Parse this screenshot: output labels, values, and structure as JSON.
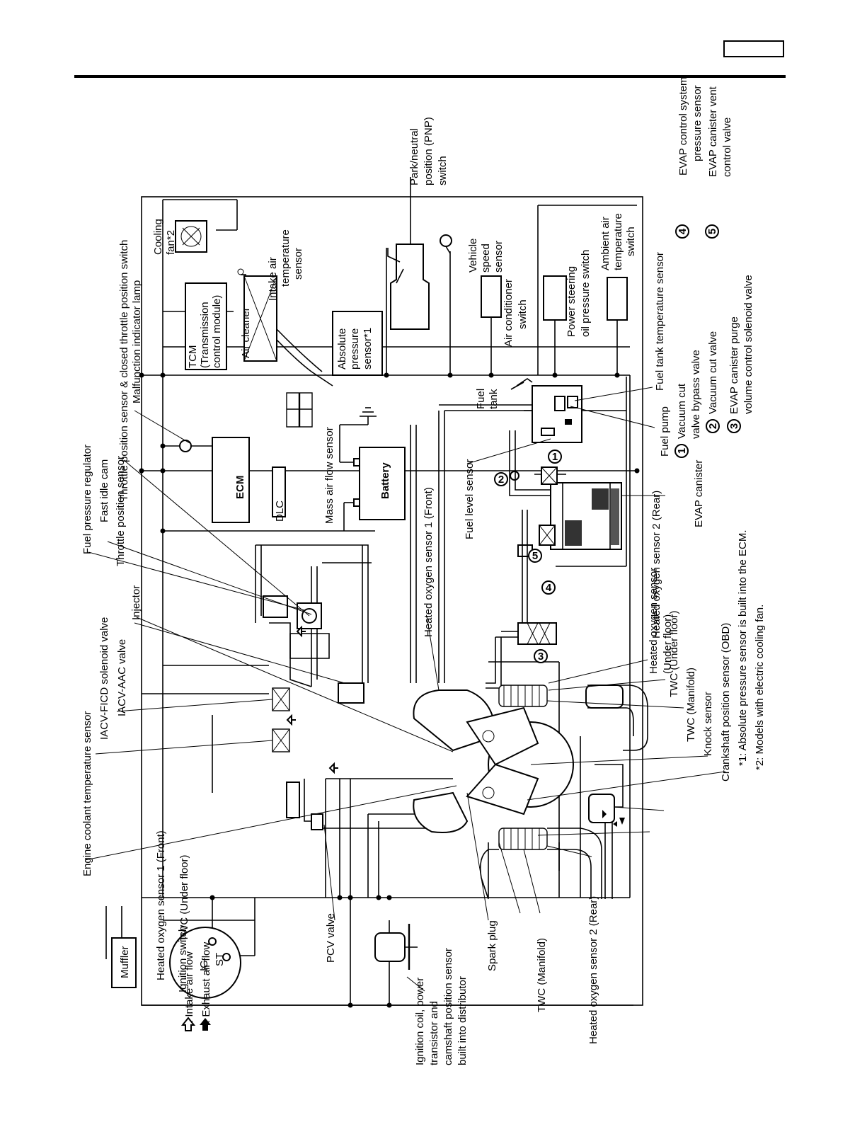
{
  "labels": {
    "cooling_fan": "Cooling fan*2",
    "park_neutral": "Park/neutral position (PNP) switch",
    "evap_pressure_sensor": "EVAP control system pressure sensor",
    "evap_vent_valve": "EVAP canister vent control valve",
    "intake_air_temp": "Intake air temperature sensor",
    "vehicle_speed": "Vehicle speed sensor",
    "tcm": "TCM (Transmission control module)",
    "air_cleaner": "Air cleaner",
    "absolute_pressure": "Absolute pressure sensor*1",
    "air_conditioner": "Air conditioner switch",
    "power_steering": "Power steering oil pressure switch",
    "ambient_air": "Ambient air temperature switch",
    "fuel_tank_temp": "Fuel tank temperature sensor",
    "vacuum_cut_bypass": "Vacuum cut valve bypass valve",
    "vacuum_cut": "Vacuum cut valve",
    "evap_purge": "EVAP canister purge volume control solenoid valve",
    "fuel_pump": "Fuel pump",
    "fuel_tank": "Fuel tank",
    "evap_canister": "EVAP canister",
    "fuel_level": "Fuel level sensor",
    "mass_air_flow": "Mass air flow sensor",
    "battery": "Battery",
    "ecm": "ECM",
    "dlc": "DLC",
    "heated_o2_front": "Heated oxygen sensor 1 (Front)",
    "heated_o2_rear_uf": "Heated oxygen sensor 2 (Rear)",
    "heated_o2_uf": "Heated oxygen sensor (Under floor)",
    "twc_under_floor_r": "TWC (Under floor)",
    "twc_manifold_r": "TWC (Manifold)",
    "knock": "Knock sensor",
    "crankshaft": "Crankshaft position sensor (OBD)",
    "built_into_ecm": "*1: Absolute pressure sensor is built into the ECM.",
    "electric_fan": "*2: Models with electric cooling fan.",
    "throttle_closed": "Throttle position sensor & closed throttle position switch",
    "mil": "Malfunction indicator lamp",
    "fuel_pressure_reg": "Fuel pressure regulator",
    "fast_idle_cam": "Fast idle cam",
    "throttle_pos": "Throttle position sensor",
    "injector": "Injector",
    "iacv_ficd": "IACV-FICD solenoid valve",
    "iacv_aac": "IACV-AAC valve",
    "engine_coolant": "Engine coolant temperature sensor",
    "ignition_switch": "Ignition switch",
    "ig": "IG",
    "st": "ST",
    "pcv": "PCV valve",
    "ignition_coil": "Ignition coil, power transistor and camshaft position sensor built into distributor",
    "spark_plug": "Spark plug",
    "twc_manifold_l": "TWC (Manifold)",
    "heated_o2_rear_l": "Heated oxygen sensor 2 (Rear)",
    "twc_under_floor_l": "TWC (Under floor)",
    "heated_o2_front_l": "Heated oxygen sensor 1 (Front)",
    "muffler": "Muffler",
    "intake_flow": ": Intake air flow",
    "exhaust_flow": ": Exhaust air flow"
  },
  "legend_numbers": {
    "n1": "1",
    "n2": "2",
    "n3": "3",
    "n4": "4",
    "n5": "5"
  },
  "lines": {
    "cooling_fan": [
      "Cooling",
      "fan*2"
    ],
    "park_neutral": [
      "Park/neutral",
      "position (PNP)",
      "switch"
    ],
    "evap_pressure_sensor": [
      "EVAP control system",
      "pressure sensor"
    ],
    "evap_vent_valve": [
      "EVAP canister vent",
      "control valve"
    ],
    "intake_air_temp": [
      "Intake air",
      "temperature",
      "sensor"
    ],
    "vehicle_speed": [
      "Vehicle",
      "speed",
      "sensor"
    ],
    "tcm": [
      "TCM",
      "(Transmission",
      "control module)"
    ],
    "absolute_pressure": [
      "Absolute",
      "pressure",
      "sensor*1"
    ],
    "air_conditioner": [
      "Air conditioner",
      "switch"
    ],
    "power_steering": [
      "Power steering",
      "oil pressure switch"
    ],
    "ambient_air": [
      "Ambient air",
      "temperature",
      "switch"
    ],
    "vacuum_cut_bypass": [
      "Vacuum cut",
      "valve bypass valve"
    ],
    "evap_purge": [
      "EVAP canister purge",
      "volume control solenoid valve"
    ],
    "fuel_tank": [
      "Fuel",
      "tank"
    ],
    "heated_o2_uf": [
      "Heated oxygen sensor",
      "(Under floor)"
    ],
    "ignition_coil": [
      "Ignition coil, power",
      "transistor and",
      "camshaft position sensor",
      "built into distributor"
    ]
  }
}
